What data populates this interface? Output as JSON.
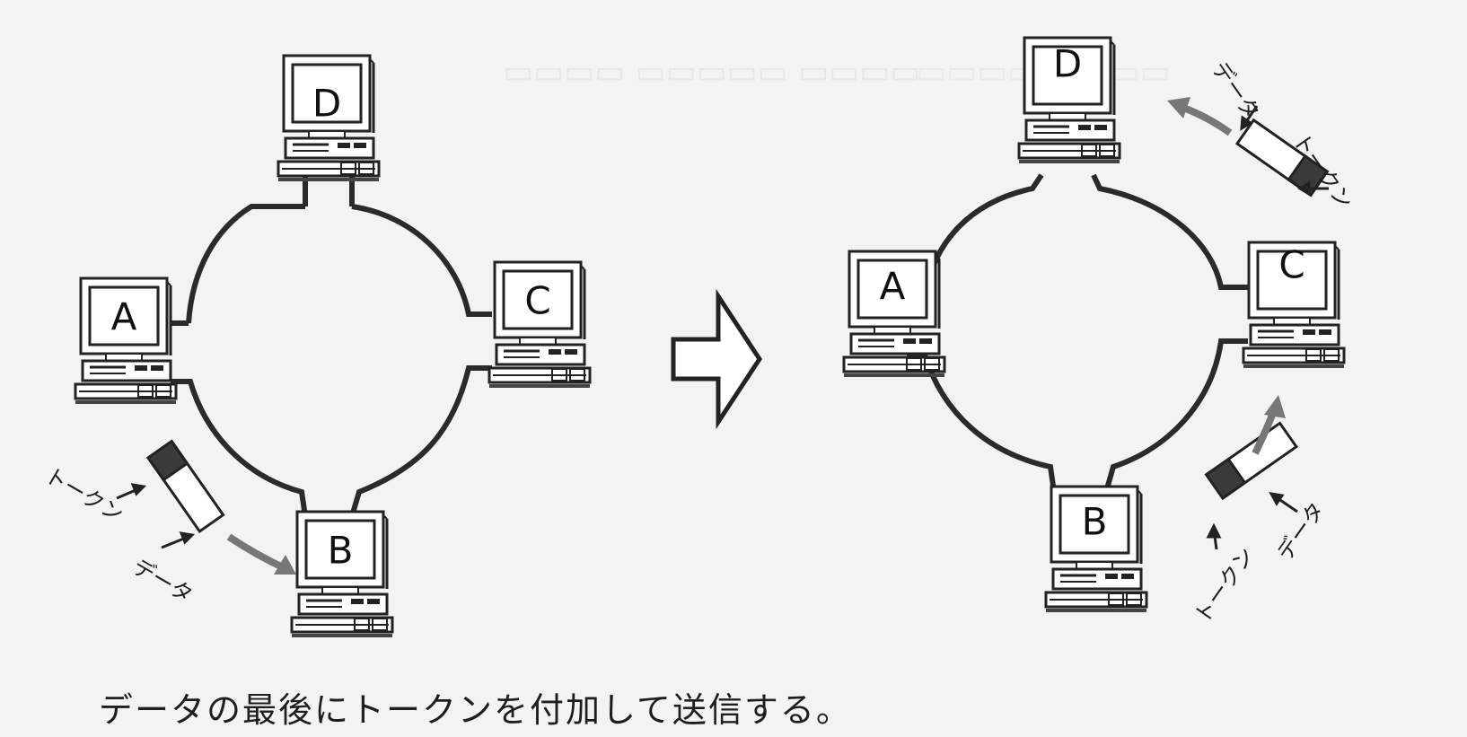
{
  "nodes": {
    "a": "A",
    "b": "B",
    "c": "C",
    "d": "D"
  },
  "labels": {
    "token": "トークン",
    "data": "データ"
  },
  "caption": "データの最後にトークンを付加して送信する。"
}
